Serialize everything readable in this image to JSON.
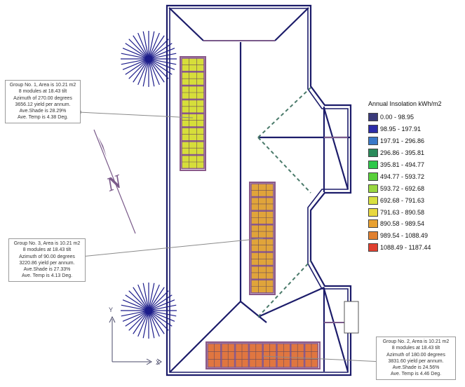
{
  "legend": {
    "title": "Annual Insolation kWh/m2",
    "items": [
      {
        "label": "0.00 - 98.95",
        "color": "#3a3a7a"
      },
      {
        "label": "98.95 - 197.91",
        "color": "#2c2ca8"
      },
      {
        "label": "197.91 - 296.86",
        "color": "#3a78c8"
      },
      {
        "label": "296.86 - 395.81",
        "color": "#2a8a5a"
      },
      {
        "label": "395.81 - 494.77",
        "color": "#2ec84a"
      },
      {
        "label": "494.77 - 593.72",
        "color": "#58d03a"
      },
      {
        "label": "593.72 - 692.68",
        "color": "#9ad840"
      },
      {
        "label": "692.68 - 791.63",
        "color": "#d8e040"
      },
      {
        "label": "791.63 - 890.58",
        "color": "#e8d840"
      },
      {
        "label": "890.58 - 989.54",
        "color": "#e8a030"
      },
      {
        "label": "989.54 - 1088.49",
        "color": "#e08030"
      },
      {
        "label": "1088.49 - 1187.44",
        "color": "#e04030"
      }
    ]
  },
  "groups": [
    {
      "lines": [
        "Group No. 1, Area is 10.21 m2",
        "8 modules at 18.43 tilt",
        "Azimuth of 270.00 degrees",
        "3656.12 yield per annum.",
        "Ave.Shade is 28.29%",
        "Ave. Temp is  4.38 Deg."
      ],
      "array_color": "#d6de3a"
    },
    {
      "lines": [
        "Group No. 3, Area is 10.21 m2",
        "8 modules at 18.43 tilt",
        "Azimuth of 90.00 degrees",
        "3220.86 yield per annum.",
        "Ave.Shade is 27.33%",
        "Ave. Temp is  4.13 Deg."
      ],
      "array_color": "#e0a43a"
    },
    {
      "lines": [
        "Group No. 2, Area is 10.21 m2",
        "8 modules at 18.43 tilt",
        "Azimuth of 180.00 degrees",
        "3831.60 yield per annum.",
        "Ave.Shade is 24.56%",
        "Ave. Temp is  4.46 Deg."
      ],
      "array_color": "#e07640"
    }
  ],
  "compass": {
    "north_label": "N"
  },
  "axes": {
    "y_label": "Y",
    "x_label": "X"
  },
  "colors": {
    "roof_outline": "#1c1c6a",
    "ridge": "#7a5a8a",
    "panel_frame": "#8a5a8a",
    "hip_dash": "#4a7a6a",
    "sun": "#1c1c8a",
    "callout_dot": "#8a8a8a"
  }
}
